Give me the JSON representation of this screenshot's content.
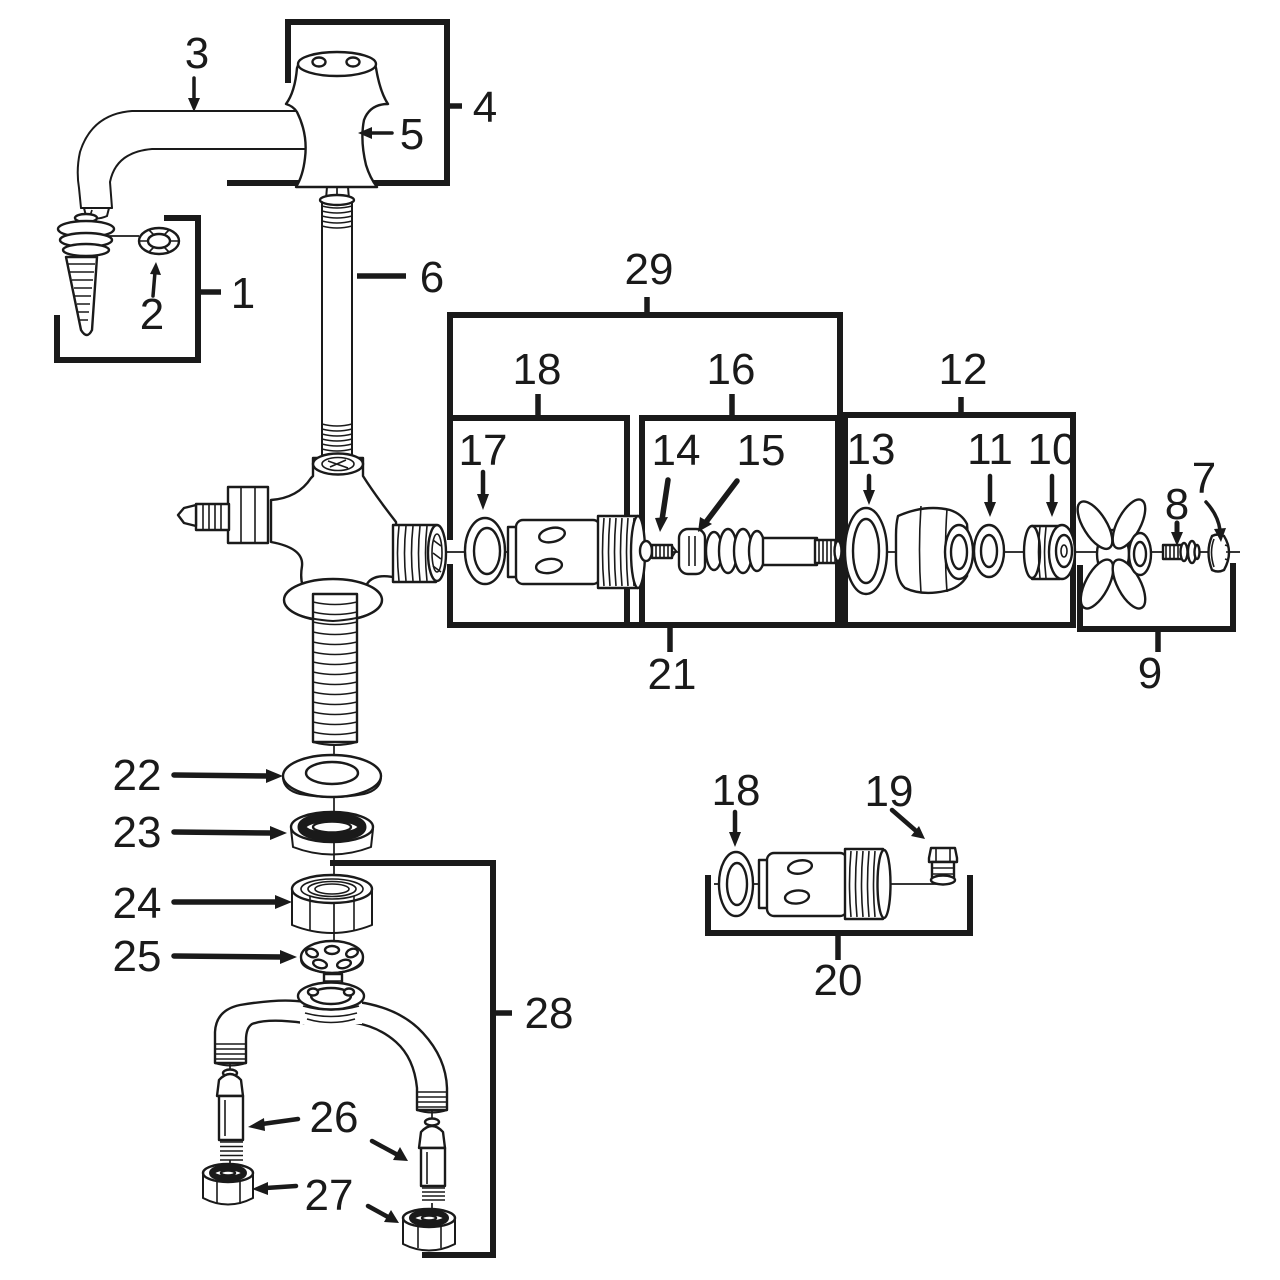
{
  "figure": {
    "kind": "exploded-parts-diagram",
    "subject": "gooseneck laboratory faucet assembly",
    "background_color": "#ffffff",
    "ink_color": "#1a1a1a"
  },
  "callouts": {
    "c1": "1",
    "c2": "2",
    "c3": "3",
    "c4": "4",
    "c5": "5",
    "c6": "6",
    "c7": "7",
    "c8": "8",
    "c9": "9",
    "c10": "10",
    "c11": "11",
    "c12": "12",
    "c13": "13",
    "c14": "14",
    "c15": "15",
    "c16": "16",
    "c17": "17",
    "c18a": "18",
    "c18b": "18",
    "c19": "19",
    "c20": "20",
    "c21": "21",
    "c22": "22",
    "c23": "23",
    "c24": "24",
    "c25": "25",
    "c26": "26",
    "c27": "27",
    "c28": "28",
    "c29": "29"
  },
  "groups": [
    {
      "label": "4",
      "type": "box",
      "contains": [
        "5"
      ]
    },
    {
      "label": "1",
      "type": "box",
      "contains": [
        "2"
      ]
    },
    {
      "label": "29",
      "type": "box",
      "contains": [
        "18",
        "16"
      ]
    },
    {
      "label": "18",
      "type": "box",
      "contains": [
        "17"
      ]
    },
    {
      "label": "16",
      "type": "box",
      "contains": [
        "14",
        "15"
      ]
    },
    {
      "label": "12",
      "type": "box",
      "contains": [
        "13",
        "11",
        "10"
      ]
    },
    {
      "label": "21",
      "type": "label-below-box"
    },
    {
      "label": "9",
      "type": "bracket",
      "contains": [
        "8",
        "7"
      ]
    },
    {
      "label": "20",
      "type": "bracket",
      "contains": [
        "18",
        "19"
      ]
    },
    {
      "label": "28",
      "type": "bracket",
      "contains": [
        "26",
        "27"
      ]
    }
  ]
}
